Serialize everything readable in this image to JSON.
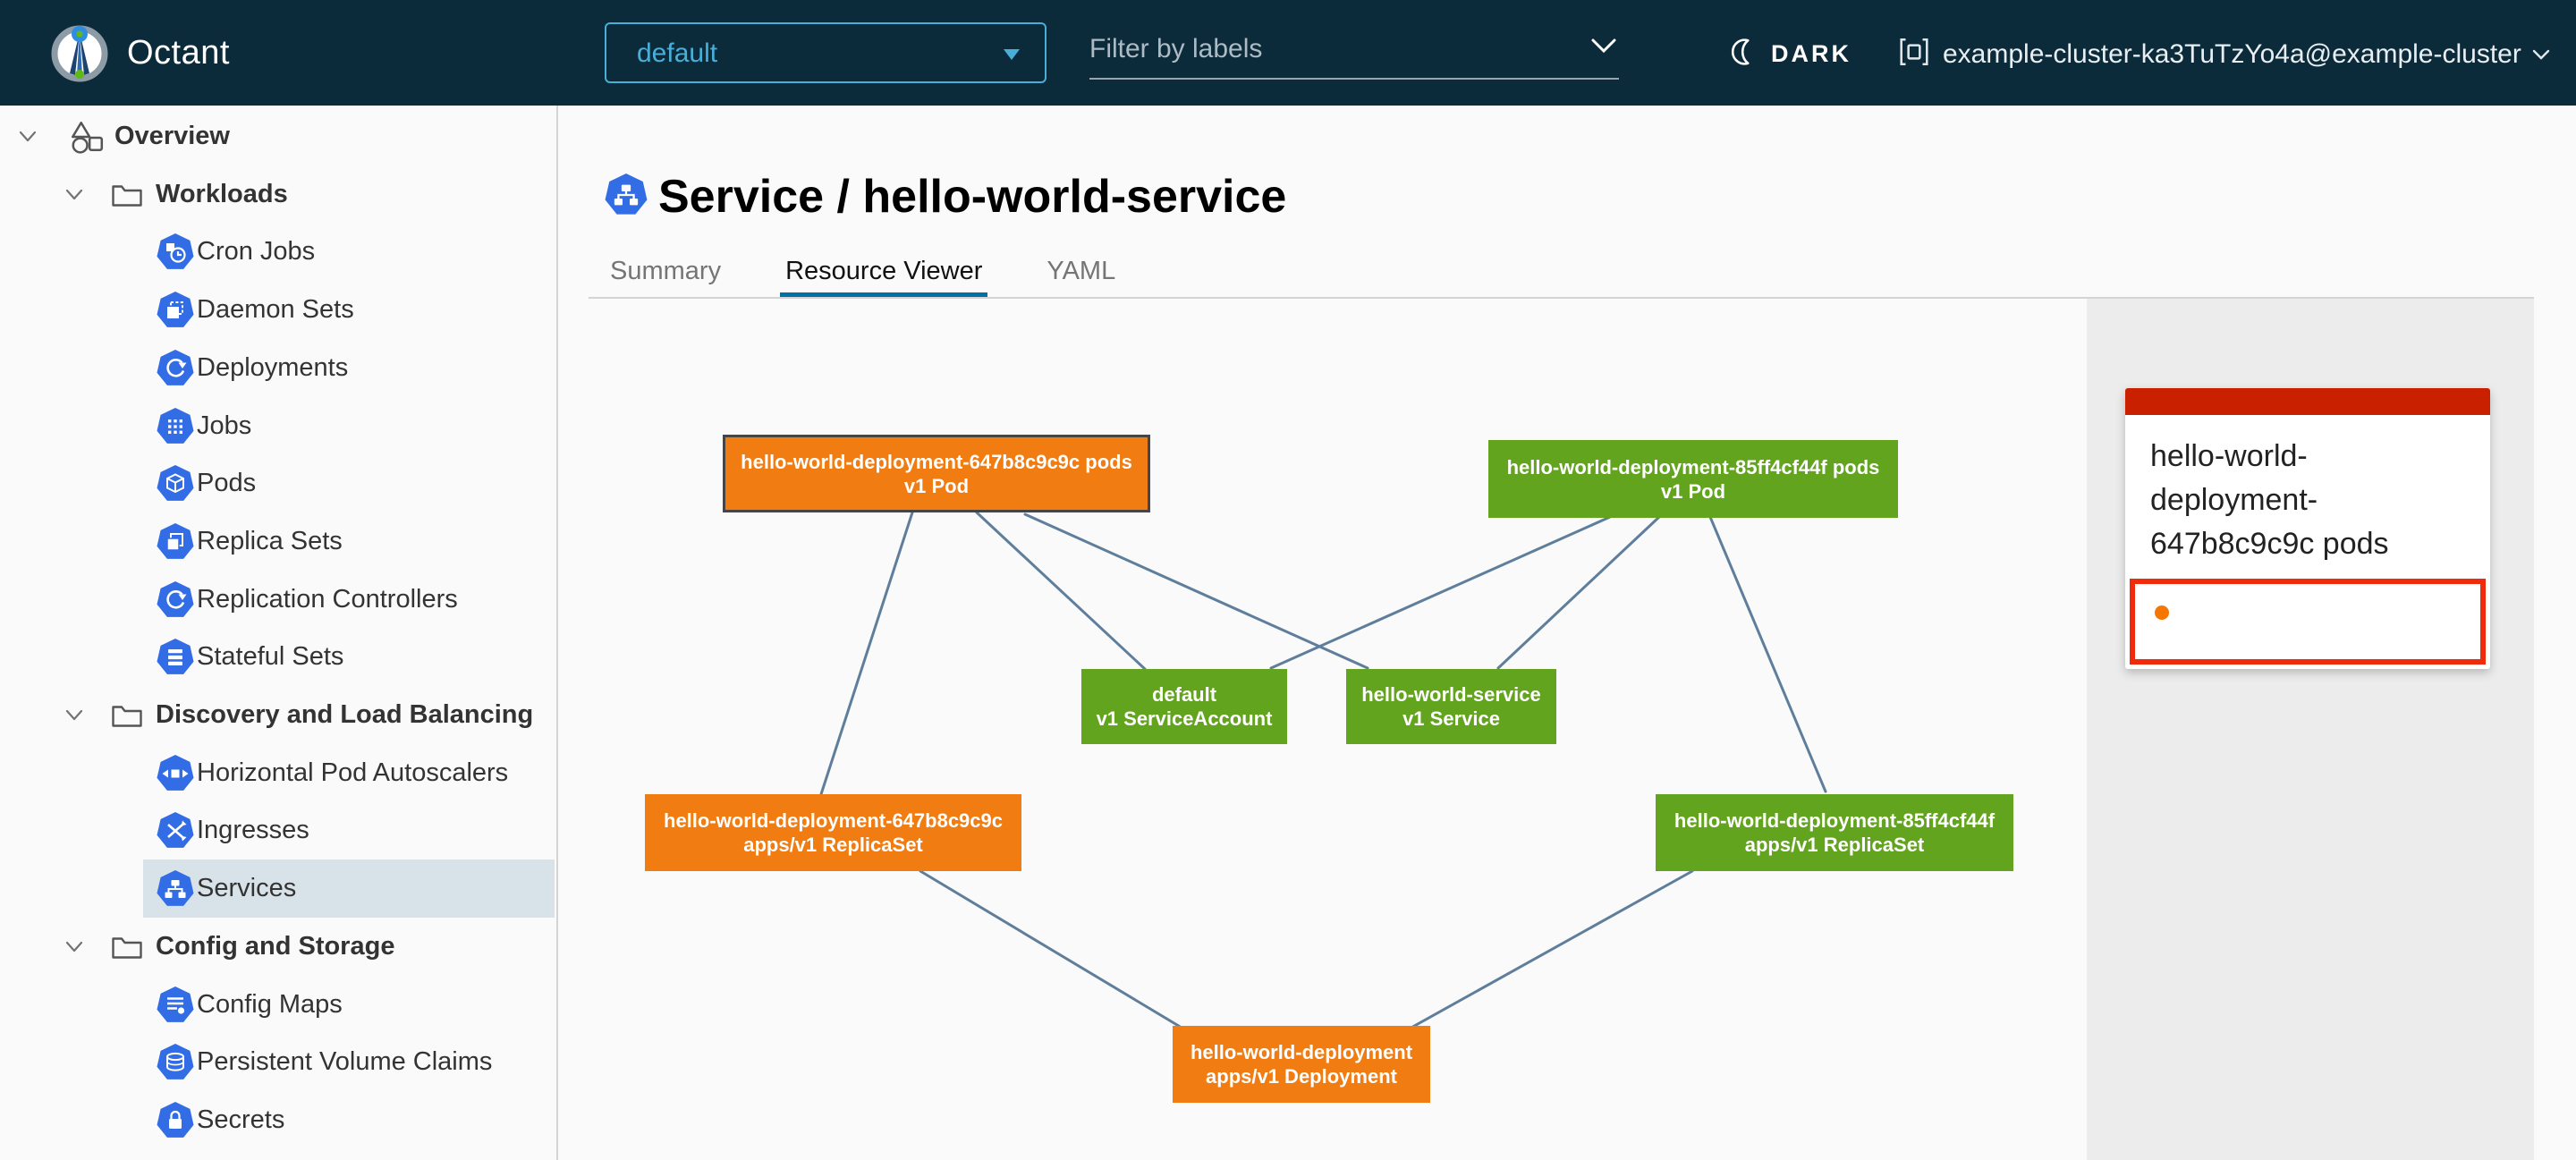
{
  "header": {
    "app_name": "Octant",
    "namespace": "default",
    "filter_placeholder": "Filter by labels",
    "theme_toggle_label": "DARK",
    "cluster_context": "example-cluster-ka3TuTzYo4a@example-cluster"
  },
  "sidebar": {
    "items": [
      {
        "label": "Overview",
        "level": 0,
        "icon": "objects-icon",
        "expander": true,
        "selected": false
      },
      {
        "label": "Workloads",
        "level": 1,
        "icon": "folder-icon",
        "expander": true,
        "selected": false
      },
      {
        "label": "Cron Jobs",
        "level": 2,
        "icon": "cronjobs-icon",
        "selected": false
      },
      {
        "label": "Daemon Sets",
        "level": 2,
        "icon": "daemonsets-icon",
        "selected": false
      },
      {
        "label": "Deployments",
        "level": 2,
        "icon": "deployments-icon",
        "selected": false
      },
      {
        "label": "Jobs",
        "level": 2,
        "icon": "jobs-icon",
        "selected": false
      },
      {
        "label": "Pods",
        "level": 2,
        "icon": "pods-icon",
        "selected": false
      },
      {
        "label": "Replica Sets",
        "level": 2,
        "icon": "replicasets-icon",
        "selected": false
      },
      {
        "label": "Replication Controllers",
        "level": 2,
        "icon": "replicationcontrollers-icon",
        "selected": false
      },
      {
        "label": "Stateful Sets",
        "level": 2,
        "icon": "statefulsets-icon",
        "selected": false
      },
      {
        "label": "Discovery and Load Balancing",
        "level": 1,
        "icon": "folder-icon",
        "expander": true,
        "selected": false
      },
      {
        "label": "Horizontal Pod Autoscalers",
        "level": 2,
        "icon": "hpa-icon",
        "selected": false
      },
      {
        "label": "Ingresses",
        "level": 2,
        "icon": "ingresses-icon",
        "selected": false
      },
      {
        "label": "Services",
        "level": 2,
        "icon": "services-icon",
        "selected": true
      },
      {
        "label": "Config and Storage",
        "level": 1,
        "icon": "folder-icon",
        "expander": true,
        "selected": false
      },
      {
        "label": "Config Maps",
        "level": 2,
        "icon": "configmaps-icon",
        "selected": false
      },
      {
        "label": "Persistent Volume Claims",
        "level": 2,
        "icon": "pvc-icon",
        "selected": false
      },
      {
        "label": "Secrets",
        "level": 2,
        "icon": "secrets-icon",
        "selected": false
      }
    ]
  },
  "main": {
    "title": "Service / hello-world-service",
    "title_icon": "service-heptagon-icon",
    "tabs": [
      {
        "label": "Summary",
        "active": false
      },
      {
        "label": "Resource Viewer",
        "active": true
      },
      {
        "label": "YAML",
        "active": false
      }
    ]
  },
  "graph": {
    "nodes": [
      {
        "id": "pod-647",
        "name": "hello-world-deployment-647b8c9c9c pods",
        "kind": "v1 Pod",
        "status": "orange",
        "selected": true
      },
      {
        "id": "pod-85f",
        "name": "hello-world-deployment-85ff4cf44f pods",
        "kind": "v1 Pod",
        "status": "green",
        "selected": false
      },
      {
        "id": "serviceaccount",
        "name": "default",
        "kind": "v1 ServiceAccount",
        "status": "green",
        "selected": false
      },
      {
        "id": "service",
        "name": "hello-world-service",
        "kind": "v1 Service",
        "status": "green",
        "selected": false
      },
      {
        "id": "rs-647",
        "name": "hello-world-deployment-647b8c9c9c",
        "kind": "apps/v1 ReplicaSet",
        "status": "orange",
        "selected": false
      },
      {
        "id": "rs-85f",
        "name": "hello-world-deployment-85ff4cf44f",
        "kind": "apps/v1 ReplicaSet",
        "status": "green",
        "selected": false
      },
      {
        "id": "deployment",
        "name": "hello-world-deployment",
        "kind": "apps/v1 Deployment",
        "status": "orange",
        "selected": false
      }
    ],
    "edges": [
      [
        "pod-647",
        "rs-647"
      ],
      [
        "pod-647",
        "serviceaccount"
      ],
      [
        "pod-647",
        "service"
      ],
      [
        "pod-85f",
        "serviceaccount"
      ],
      [
        "pod-85f",
        "service"
      ],
      [
        "pod-85f",
        "rs-85f"
      ],
      [
        "rs-647",
        "deployment"
      ],
      [
        "rs-85f",
        "deployment"
      ]
    ]
  },
  "panel": {
    "card": {
      "title": "hello-world-deployment-647b8c9c9c pods",
      "header_color": "#c92100",
      "selection_border_color": "#f02b0c",
      "status_dot_color": "#f57600"
    }
  },
  "colors": {
    "header_bg": "#0c2b3a",
    "accent_blue": "#49afd9",
    "k8s_blue": "#326de6",
    "node_orange": "#f07c12",
    "node_green": "#62a41e",
    "edge": "#5f7e9c",
    "tab_active_underline": "#0072a3",
    "nav_selected_bg": "#d8e3e9",
    "panel_bg": "#ececec"
  }
}
